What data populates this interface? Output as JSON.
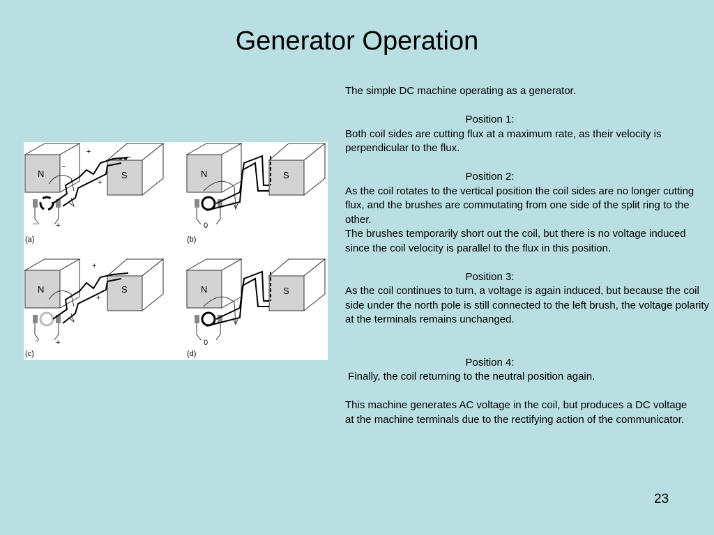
{
  "title": "Generator Operation",
  "figure": {
    "panels": [
      {
        "label": "(a)",
        "pole_left": "N",
        "pole_right": "S",
        "marks": [
          "+",
          "−",
          "−",
          "+",
          "−",
          "+"
        ]
      },
      {
        "label": "(b)",
        "pole_left": "N",
        "pole_right": "S",
        "terminal_reading": "0"
      },
      {
        "label": "(c)",
        "pole_left": "N",
        "pole_right": "S",
        "marks": [
          "+",
          "+",
          "−",
          "+"
        ]
      },
      {
        "label": "(d)",
        "pole_left": "N",
        "pole_right": "S",
        "terminal_reading": "0"
      }
    ]
  },
  "intro": "The simple DC machine operating as a generator.",
  "positions": [
    {
      "heading": "Position 1:",
      "body": "Both coil sides are cutting flux at a maximum rate, as their velocity is perpendicular to the flux."
    },
    {
      "heading": "Position 2:",
      "body": "As the coil rotates to the vertical position the coil sides are no longer cutting flux, and the brushes are commutating from one side of the split ring to the other.",
      "body2": "The brushes temporarily short out the coil, but there is no voltage induced since the coil velocity is parallel to the flux in this position."
    },
    {
      "heading": "Position 3:",
      "body": "As the coil continues to turn, a voltage is again induced, but because the coil side under the north pole is still connected to the left brush, the voltage polarity at the terminals remains unchanged."
    },
    {
      "heading": "Position 4:",
      "body": " Finally, the coil returning to the neutral position again."
    }
  ],
  "conclusion": "This machine generates AC voltage in the coil, but produces a DC voltage at the machine terminals due to the rectifying action of the communicator.",
  "page_number": "23"
}
